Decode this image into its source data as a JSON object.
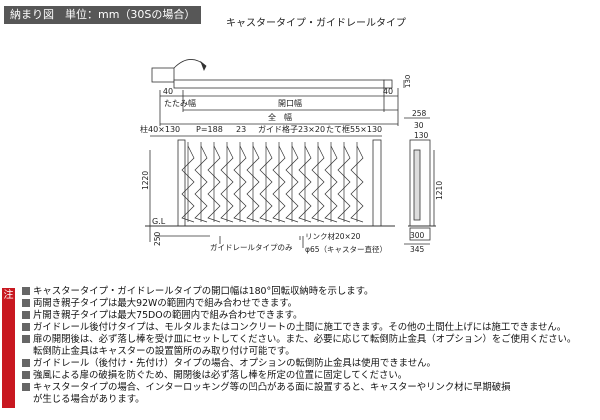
{
  "header": {
    "tag": "納まり図　単位：mm（30Sの場合）",
    "subtitle": "キャスタータイプ・ガイドレールタイプ"
  },
  "top_diagram": {
    "left_dim": "40",
    "right_dim": "40",
    "height_dim": "130",
    "folded_label": "たたみ幅",
    "opening_label": "開口幅",
    "total_label": "全　幅"
  },
  "front_view": {
    "post_label": "柱40×130",
    "pitch_label": "P=188",
    "pitch_2": "23",
    "guide_label": "ガイド格子23×20",
    "frame_label": "たて框55×130",
    "height_1220": "1220",
    "gl_label": "G.L",
    "dim_250": "250",
    "guide_rail_only": "ガイドレールタイプのみ",
    "link_label": "リンク材20×20",
    "caster_label": "φ65（キャスター直径）"
  },
  "side_view": {
    "dim_258": "258",
    "dim_30": "30",
    "dim_130": "130",
    "dim_1210": "1210",
    "dim_300": "300",
    "dim_345": "345"
  },
  "notes": {
    "badge": "注",
    "lines": [
      "キャスタータイプ・ガイドレールタイプの開口幅は180°回転収納時を示します。",
      "両開き親子タイプは最大92Wの範囲内で組み合わせできます。",
      "片開き親子タイプは最大75DOの範囲内で組み合わせできます。",
      "ガイドレール後付けタイプは、モルタルまたはコンクリートの土間に施工できます。その他の土間仕上げには施工できません。",
      "扉の開閉後は、必ず落し棒を受け皿にセットしてください。また、必要に応じて転倒防止金具（オプション）をご使用ください。",
      "転倒防止金具はキャスターの設置箇所のみ取り付け可能です。",
      "ガイドレール（後付け・先付け）タイプの場合、オプションの転倒防止金具は使用できません。",
      "強風による扉の破損を防ぐため、開閉後は必ず落し棒を所定の位置に固定してください。",
      "キャスタータイプの場合、インターロッキング等の凹凸がある面に設置すると、キャスターやリンク材に早期破損",
      "が生じる場合があります。"
    ]
  }
}
